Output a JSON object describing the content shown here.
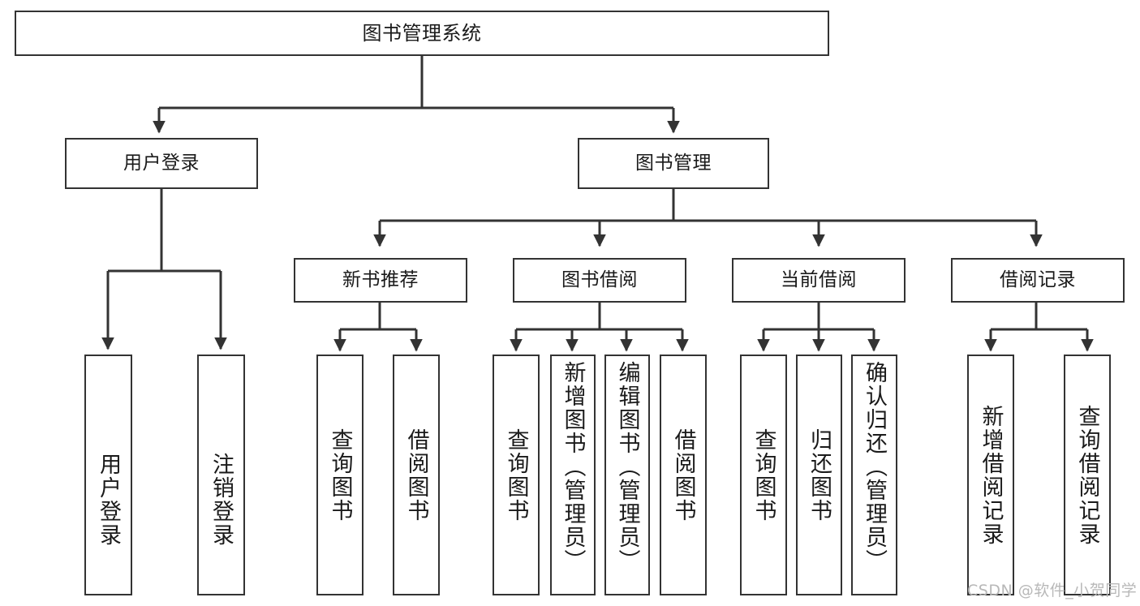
{
  "diagram": {
    "title": "图书管理系统",
    "type": "tree-hierarchy-diagram",
    "levels": {
      "root": {
        "id": "book-management-system",
        "label": "图书管理系统"
      },
      "level2": [
        {
          "id": "user-login",
          "label": "用户登录"
        },
        {
          "id": "book-management",
          "label": "图书管理"
        }
      ],
      "level3": [
        {
          "id": "new-book-recommend",
          "label": "新书推荐"
        },
        {
          "id": "book-borrow",
          "label": "图书借阅"
        },
        {
          "id": "current-borrow",
          "label": "当前借阅"
        },
        {
          "id": "borrow-record",
          "label": "借阅记录"
        }
      ],
      "leaves": {
        "user_login": [
          {
            "id": "leaf-user-login",
            "label": "用户登录"
          },
          {
            "id": "leaf-logout-login",
            "label": "注销登录"
          }
        ],
        "new_book_recommend": [
          {
            "id": "leaf-query-book-1",
            "label": "查询图书"
          },
          {
            "id": "leaf-borrow-book-1",
            "label": "借阅图书"
          }
        ],
        "book_borrow": [
          {
            "id": "leaf-query-book-2",
            "label": "查询图书"
          },
          {
            "id": "leaf-add-book-admin",
            "label": "新增图书（管理员）"
          },
          {
            "id": "leaf-edit-book-admin",
            "label": "编辑图书（管理员）"
          },
          {
            "id": "leaf-borrow-book-2",
            "label": "借阅图书"
          }
        ],
        "current_borrow": [
          {
            "id": "leaf-query-book-3",
            "label": "查询图书"
          },
          {
            "id": "leaf-return-book",
            "label": "归还图书"
          },
          {
            "id": "leaf-confirm-return-admin",
            "label": "确认归还（管理员）"
          }
        ],
        "borrow_record": [
          {
            "id": "leaf-add-borrow-record",
            "label": "新增借阅记录"
          },
          {
            "id": "leaf-query-borrow-record",
            "label": "查询借阅记录"
          }
        ]
      }
    }
  },
  "watermark": {
    "text": "CSDN @软件_小贺同学"
  },
  "colors": {
    "stroke": "#333333",
    "fill": "#ffffff",
    "text": "#1a1a1a",
    "watermark": "#b8b8b8"
  }
}
